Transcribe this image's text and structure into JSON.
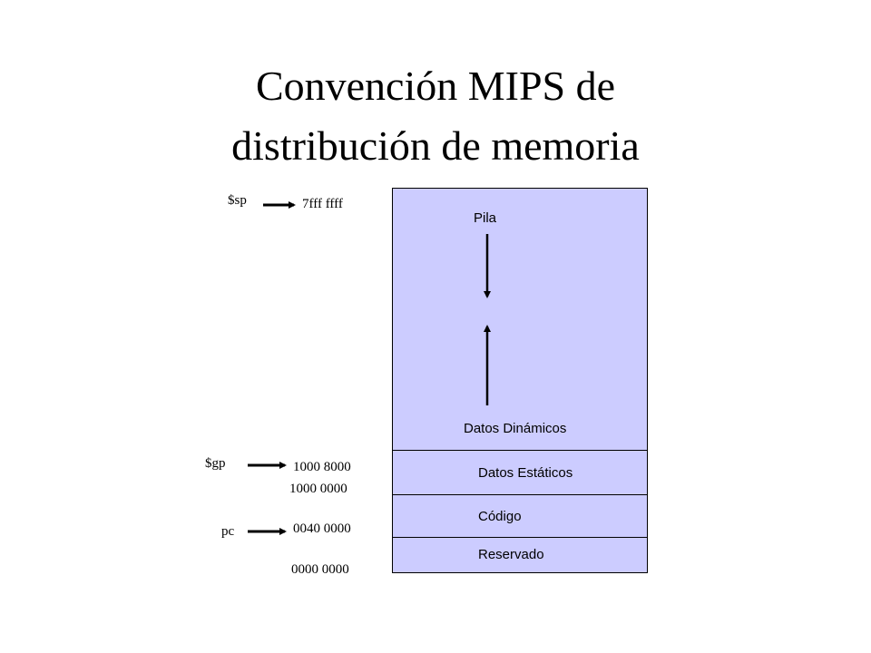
{
  "title": {
    "line1": "Convención MIPS de",
    "line2": "distribución de memoria"
  },
  "registers": {
    "sp": "$sp",
    "gp": "$gp",
    "pc": "pc"
  },
  "addresses": {
    "stack_top": "7fff ffff",
    "gp_value": "1000 8000",
    "data_start": "1000 0000",
    "text_start": "0040 0000",
    "base": "0000 0000"
  },
  "segments": {
    "stack": "Pila",
    "dynamic": "Datos Dinámicos",
    "static": "Datos Estáticos",
    "text": "Código",
    "reserved": "Reservado"
  },
  "colors": {
    "memory_fill": "#ccccff",
    "outline": "#000000"
  }
}
